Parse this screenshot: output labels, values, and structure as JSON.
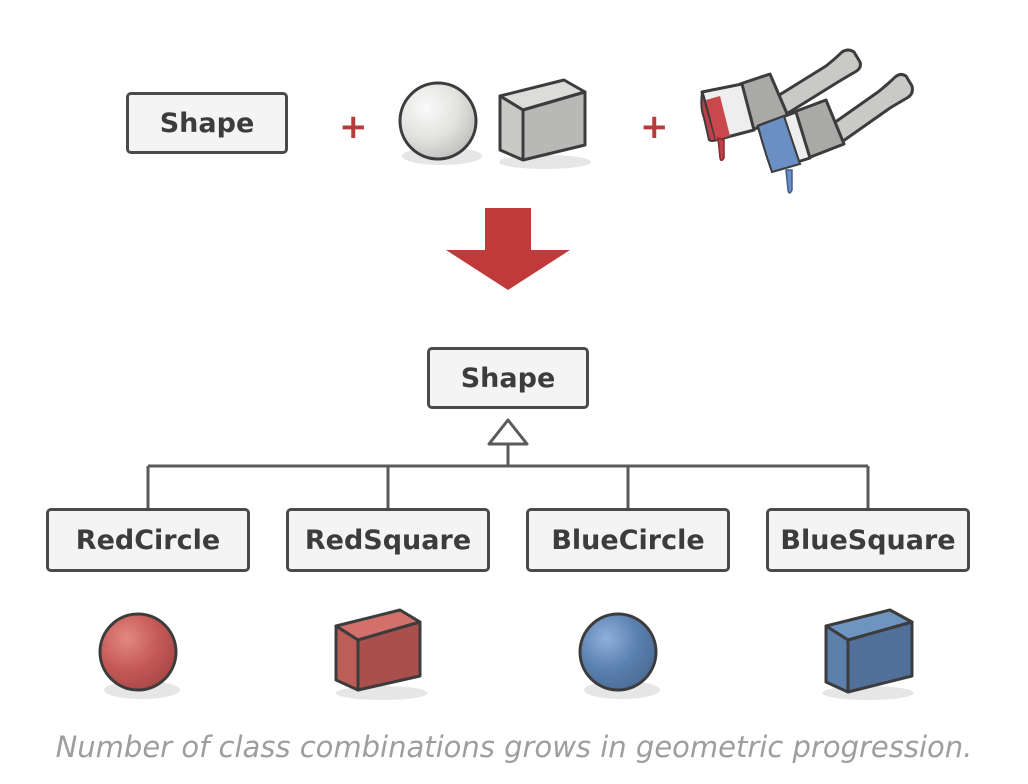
{
  "top_row": {
    "shape_label": "Shape",
    "plus_sign": "+"
  },
  "hierarchy": {
    "parent_label": "Shape",
    "children": [
      {
        "label": "RedCircle",
        "color": "#c55a58",
        "kind": "circle"
      },
      {
        "label": "RedSquare",
        "color": "#b85a55",
        "kind": "cube"
      },
      {
        "label": "BlueCircle",
        "color": "#5b80b0",
        "kind": "circle"
      },
      {
        "label": "BlueSquare",
        "color": "#55789e",
        "kind": "cube"
      }
    ]
  },
  "caption": "Number of class combinations grows in geometric progression.",
  "colors": {
    "red": "#c0404a",
    "blue": "#6b8fc5",
    "arrow": "#c0393b",
    "outline": "#4a4a4a",
    "box_fill": "#f4f4f4"
  }
}
